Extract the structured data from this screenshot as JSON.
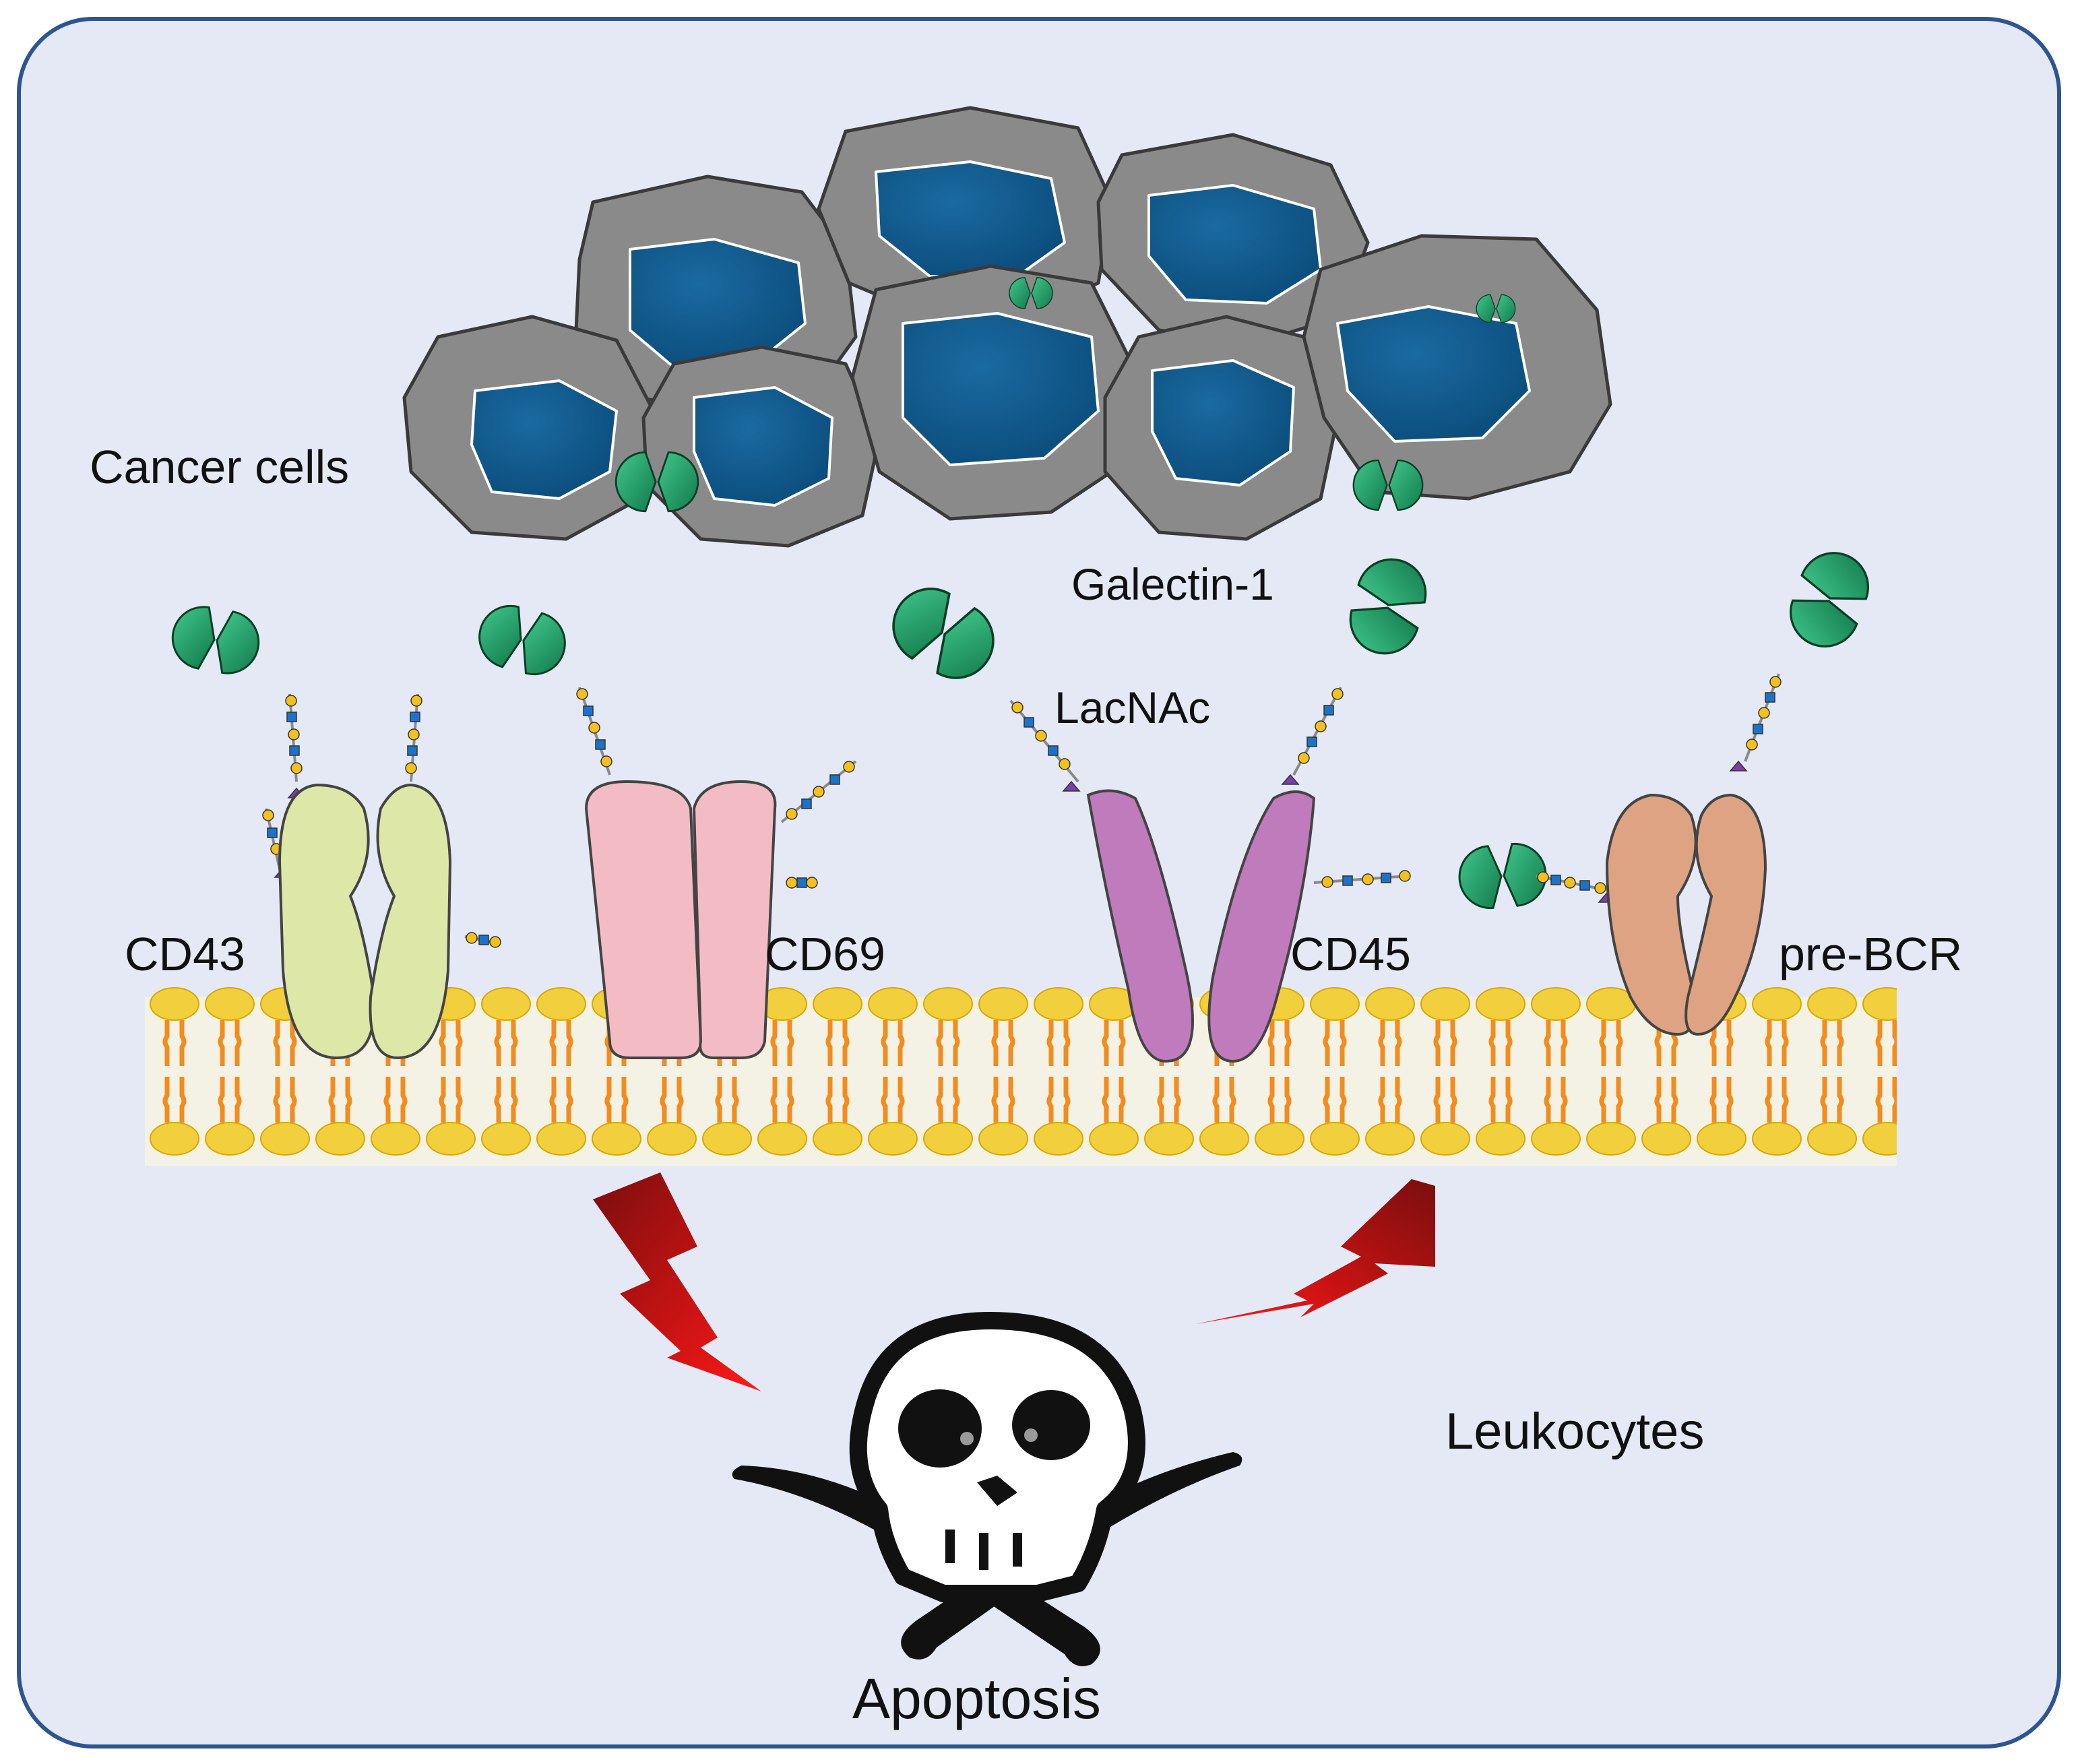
{
  "labels": {
    "cancer_cells": "Cancer cells",
    "galectin": "Galectin-1",
    "lacnac": "LacNAc",
    "cd43": "CD43",
    "cd69": "CD69",
    "cd45": "CD45",
    "prebcr": "pre-BCR",
    "leukocytes": "Leukocytes",
    "apoptosis": "Apoptosis"
  },
  "colors": {
    "background": "#e4e9f5",
    "frame": "#2e5591",
    "cancer_cell": "#8a8a8a",
    "nucleus": "#0b4d7c",
    "galectin": "#1f9a63",
    "glycan_yellow": "#f2c11d",
    "glycan_blue": "#1b73c9",
    "glycan_purple": "#7b3fa8",
    "membrane_head": "#f2cf3c",
    "membrane_tail": "#f28c1d",
    "cd43": "#dde8a8",
    "cd69": "#f3bcc4",
    "cd45": "#c07bbd",
    "prebcr": "#dda383",
    "lightning": "#cc1010",
    "skull": "#111111"
  },
  "icons": [
    "galectin-1-icon",
    "skull-crossbones-icon",
    "lightning-bolt-icon"
  ]
}
